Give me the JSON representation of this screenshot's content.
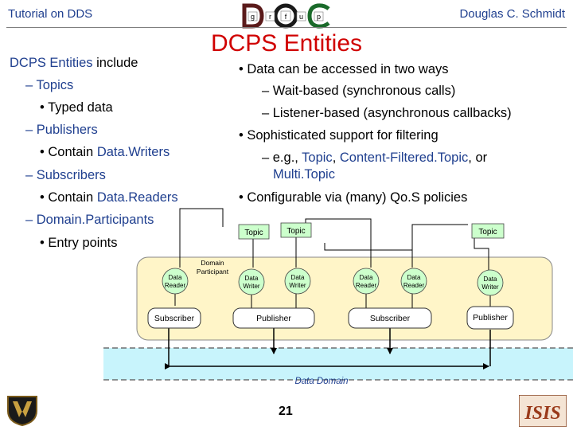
{
  "header": {
    "left": "Tutorial on DDS",
    "right": "Douglas C. Schmidt"
  },
  "title": "DCPS Entities",
  "left_list": {
    "intro_blue": "DCPS Entities",
    "intro_rest": " include",
    "topics": "– Topics",
    "typed_data": "• Typed data",
    "publishers": "– Publishers",
    "contain_writers_a": "• Contain ",
    "contain_writers_b": "Data.Writers",
    "subscribers": "– Subscribers",
    "contain_readers_a": "• Contain ",
    "contain_readers_b": "Data.Readers",
    "domain_participants": "– Domain.Participants",
    "entry_points": "• Entry points"
  },
  "right_list": {
    "access": "• Data can be accessed in two ways",
    "wait_based": "– Wait-based (synchronous calls)",
    "listener_based": "– Listener-based (asynchronous callbacks)",
    "filtering": "• Sophisticated support for filtering",
    "eg_prefix": "– e.g., ",
    "eg_topic": "Topic",
    "eg_sep1": ", ",
    "eg_cft": "Content-Filtered.Topic",
    "eg_sep2": ", or",
    "eg_multi": "Multi.Topic",
    "qos": "• Configurable via (many) Qo.S policies"
  },
  "diagram": {
    "topics": [
      "Topic",
      "Topic",
      "Topic"
    ],
    "data_reader_1": [
      "Data",
      "Reader"
    ],
    "domain_participant": [
      "Domain",
      "Participant"
    ],
    "data_writer_1": [
      "Data",
      "Writer"
    ],
    "data_writer_2": [
      "Data",
      "Writer"
    ],
    "data_reader_2": [
      "Data",
      "Reader"
    ],
    "data_reader_3": [
      "Data",
      "Reader"
    ],
    "data_writer_3": [
      "Data",
      "Writer"
    ],
    "subscriber_1": "Subscriber",
    "publisher_1": "Publisher",
    "subscriber_2": "Subscriber",
    "publisher_2": "Publisher",
    "data_domain": "Data Domain"
  },
  "page_number": "21",
  "logos": {
    "dds_letters": [
      "g",
      "r",
      "f",
      "u",
      "p"
    ],
    "isis_text": "ISIS"
  },
  "colors": {
    "header_blue": "#1f3f8f",
    "title_red": "#d00000",
    "topic_fill": "#ccffcc",
    "reader_writer_fill": "#ccffcc",
    "participant_fill": "#fff5c8",
    "domain_fill": "#c8f4fc",
    "domain_label": "#1f3f8f"
  }
}
